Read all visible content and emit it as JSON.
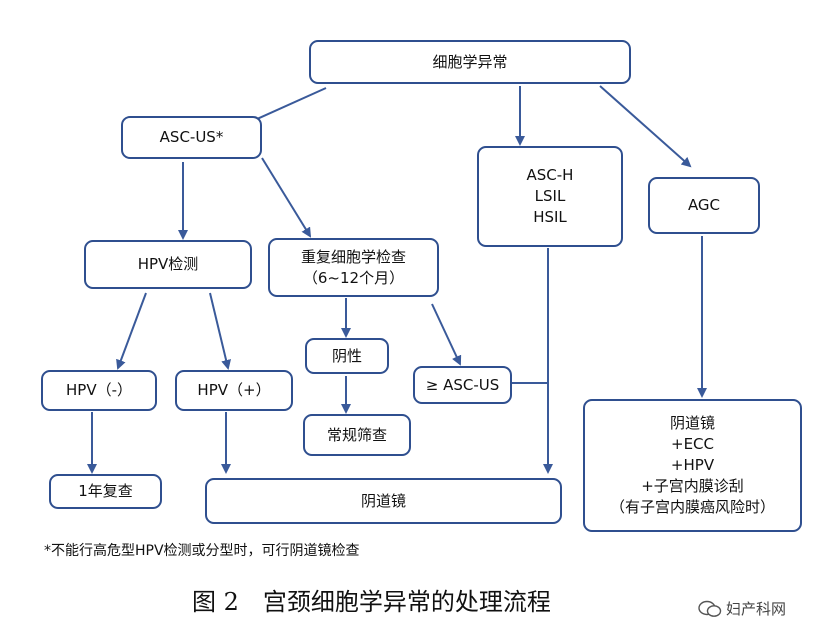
{
  "nodes": {
    "root": "细胞学异常",
    "asc_us": "ASC-US*",
    "high_grade": [
      "ASC-H",
      "LSIL",
      "HSIL"
    ],
    "agc": "AGC",
    "hpv_test": "HPV检测",
    "repeat_cytology": [
      "重复细胞学检查",
      "（6~12个月）"
    ],
    "hpv_neg": "HPV（-）",
    "hpv_pos": "HPV（+）",
    "negative": "阴性",
    "ge_asc_us": "≥ ASC-US",
    "routine_screening": "常规筛查",
    "recheck_1yr": "1年复查",
    "colposcopy": "阴道镜",
    "colposcopy_ecc": [
      "阴道镜",
      "+ECC",
      "+HPV",
      "+子宫内膜诊刮",
      "（有子宫内膜癌风险时）"
    ]
  },
  "footnote": "*不能行高危型HPV检测或分型时，可行阴道镜检查",
  "caption": "图 2　宫颈细胞学异常的处理流程",
  "watermark": "妇产科网",
  "colors": {
    "border": "#2f4f8f",
    "arrow": "#3a5a9a"
  }
}
